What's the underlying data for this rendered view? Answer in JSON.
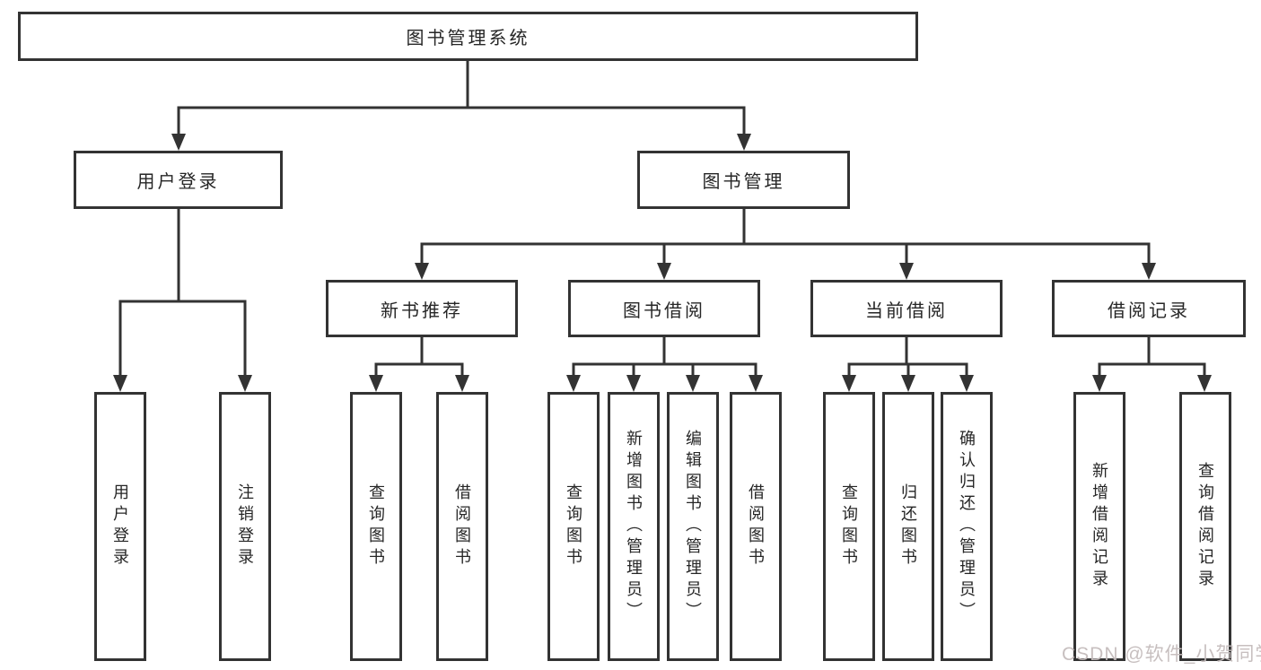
{
  "diagram": {
    "type": "tree",
    "root": {
      "label": "图书管理系统"
    },
    "branches": [
      {
        "label": "用户登录",
        "children": [
          {
            "label": "用户登录"
          },
          {
            "label": "注销登录"
          }
        ]
      },
      {
        "label": "图书管理",
        "children": [
          {
            "label": "新书推荐",
            "children": [
              {
                "label": "查询图书"
              },
              {
                "label": "借阅图书"
              }
            ]
          },
          {
            "label": "图书借阅",
            "children": [
              {
                "label": "查询图书"
              },
              {
                "label": "新增图书（管理员）"
              },
              {
                "label": "编辑图书（管理员）"
              },
              {
                "label": "借阅图书"
              }
            ]
          },
          {
            "label": "当前借阅",
            "children": [
              {
                "label": "查询图书"
              },
              {
                "label": "归还图书"
              },
              {
                "label": "确认归还（管理员）"
              }
            ]
          },
          {
            "label": "借阅记录",
            "children": [
              {
                "label": "新增借阅记录"
              },
              {
                "label": "查询借阅记录"
              }
            ]
          }
        ]
      }
    ]
  },
  "colors": {
    "line": "#333333",
    "box_border": "#333333",
    "box_background": "#ffffff",
    "text": "#262626",
    "page_background": "#ffffff",
    "watermark": "#c4bcbc"
  },
  "watermark": {
    "text": "CSDN @软件_小贺同学"
  }
}
